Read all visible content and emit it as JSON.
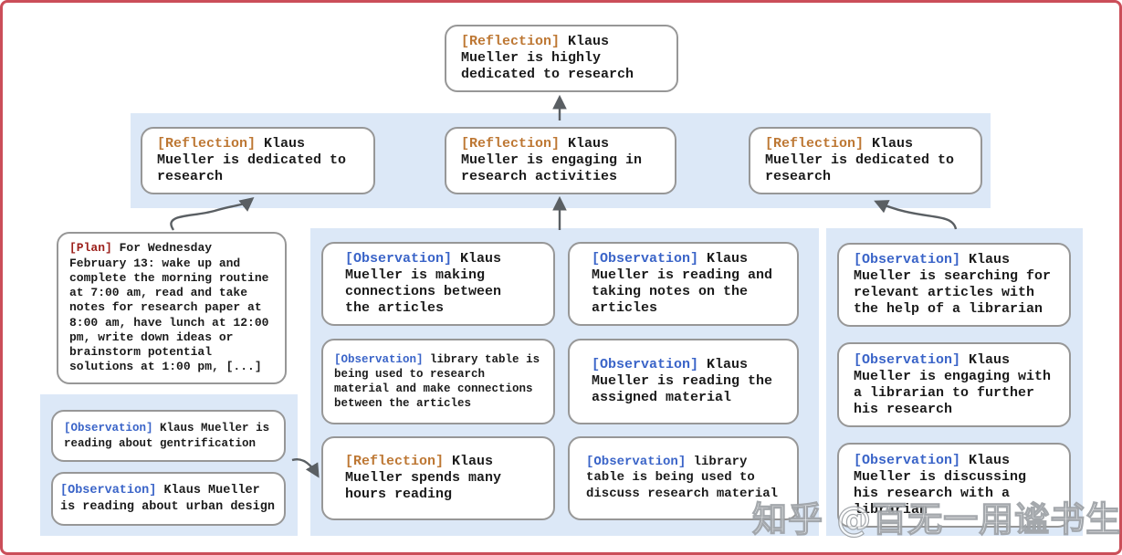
{
  "colors": {
    "frame_border": "#cb4e59",
    "band_background": "#dce8f7",
    "node_border": "#979797",
    "reflection_tag": "#bd7733",
    "observation_tag": "#3a64c8",
    "plan_tag": "#9c1f1a",
    "arrow": "#5a5f63",
    "body_text": "#1b1b1b"
  },
  "nodes": {
    "root": {
      "tag": "[Reflection]",
      "text": "Klaus Mueller is highly dedicated to research"
    },
    "level2": [
      {
        "tag": "[Reflection]",
        "text": "Klaus Mueller is dedicated to research"
      },
      {
        "tag": "[Reflection]",
        "text": "Klaus Mueller is engaging in research activities"
      },
      {
        "tag": "[Reflection]",
        "text": "Klaus Mueller is dedicated to research"
      }
    ],
    "plan": {
      "tag": "[Plan]",
      "text": "For Wednesday February 13: wake up and complete the morning routine at 7:00 am, read and take notes for research paper at 8:00 am, have lunch at 12:00 pm, write down ideas or brainstorm potential solutions at 1:00 pm, [...]"
    },
    "left_group": [
      {
        "tag": "[Observation]",
        "text": "Klaus Mueller is reading about gentrification"
      },
      {
        "tag": "[Observation]",
        "text": "Klaus Mueller is reading about urban design"
      }
    ],
    "mid_col1": [
      {
        "tag": "[Observation]",
        "text": "Klaus Mueller is making connections between the articles"
      },
      {
        "tag": "[Observation]",
        "text": "library table is being used to research material and make connections between the articles"
      },
      {
        "tag": "[Reflection]",
        "text": "Klaus Mueller spends many hours reading"
      }
    ],
    "mid_col2": [
      {
        "tag": "[Observation]",
        "text": "Klaus Mueller is reading and taking notes on the articles"
      },
      {
        "tag": "[Observation]",
        "text": "Klaus Mueller is reading the assigned material"
      },
      {
        "tag": "[Observation]",
        "text": "library table is being used to discuss research material"
      }
    ],
    "right_group": [
      {
        "tag": "[Observation]",
        "text": "Klaus Mueller is searching for relevant articles with the help of a librarian"
      },
      {
        "tag": "[Observation]",
        "text": "Klaus Mueller is engaging with a librarian to further his research"
      },
      {
        "tag": "[Observation]",
        "text": "Klaus Mueller is discussing his research with a librarian"
      }
    ]
  },
  "watermark": {
    "text": "知乎 @百无一用谧书生"
  }
}
